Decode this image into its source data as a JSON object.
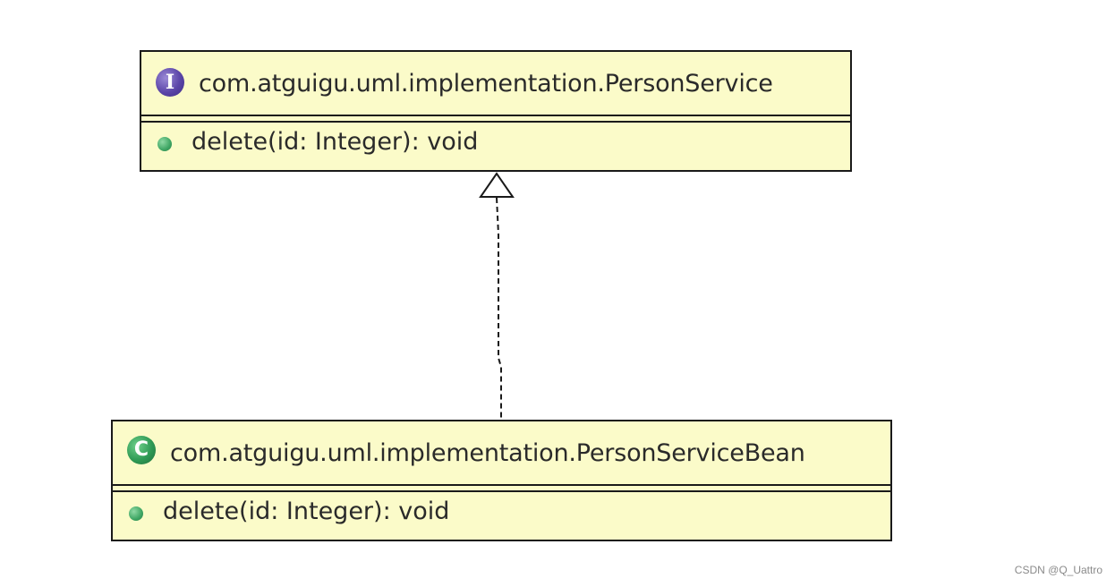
{
  "interface_box": {
    "stereotype_icon": "interface-icon",
    "stereotype_letter": "I",
    "name": "com.atguigu.uml.implementation.PersonService",
    "method": "delete(id: Integer): void"
  },
  "class_box": {
    "stereotype_icon": "class-icon",
    "stereotype_letter": "C",
    "name": "com.atguigu.uml.implementation.PersonServiceBean",
    "method": "delete(id: Integer): void"
  },
  "relationship": {
    "type": "realization",
    "from": "com.atguigu.uml.implementation.PersonServiceBean",
    "to": "com.atguigu.uml.implementation.PersonService"
  },
  "colors": {
    "box_fill": "#fbfbc9",
    "box_border": "#1a1a1a",
    "interface_icon": "#5b45a8",
    "class_icon": "#2f9a55",
    "method_dot": "#3ea563"
  },
  "watermark": "CSDN @Q_Uattro"
}
